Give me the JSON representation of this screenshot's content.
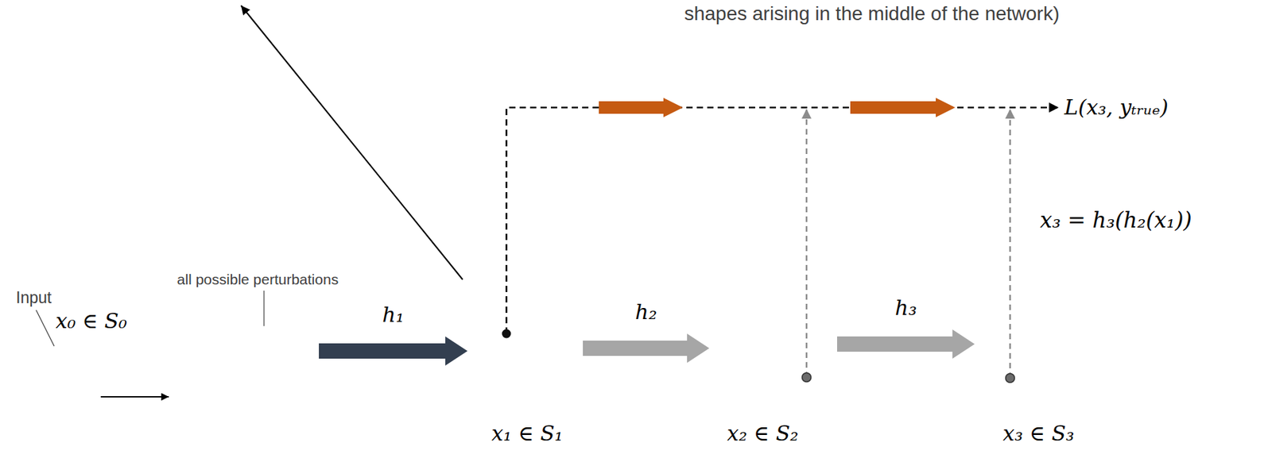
{
  "diagram": {
    "nodes": [
      {
        "text": [
          "Input",
          "x₀ ∈ S₀"
        ]
      },
      {
        "text": [
          "all possible perturbations"
        ]
      },
      {
        "text": [
          "x₁ ∈ S₁"
        ]
      },
      {
        "text": [
          "x₂ ∈ S₂"
        ]
      },
      {
        "text": [
          "x₃ ∈ S₃"
        ]
      },
      {
        "text": [
          "L(x₃, yₜᵣᵤₑ)"
        ]
      }
    ],
    "edges": [
      {
        "from": 0,
        "to": 1,
        "arrow": "to"
      },
      {
        "from": 1,
        "to": 2,
        "arrow": "to",
        "label": "h₁"
      },
      {
        "from": 2,
        "to": 3,
        "arrow": "to",
        "label": "h₂"
      },
      {
        "from": 3,
        "to": 4,
        "arrow": "to",
        "label": "h₃"
      },
      {
        "from": 2,
        "to": 5,
        "arrow": "to"
      },
      {
        "from": 3,
        "to": 5,
        "arrow": "to"
      },
      {
        "from": 4,
        "to": 5,
        "arrow": "to"
      }
    ],
    "labels": [
      "shapes arising in the middle of the network)",
      "x₃ = h₃(h₂(x₁))"
    ]
  }
}
